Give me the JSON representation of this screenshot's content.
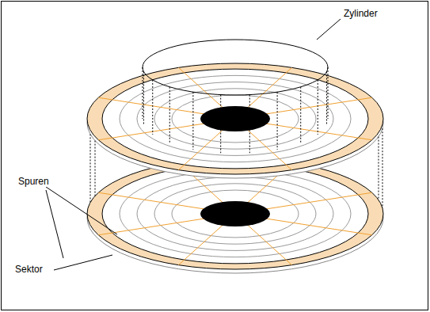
{
  "diagram": {
    "labels": [
      "Zylinder",
      "Spuren",
      "Sektor"
    ]
  }
}
